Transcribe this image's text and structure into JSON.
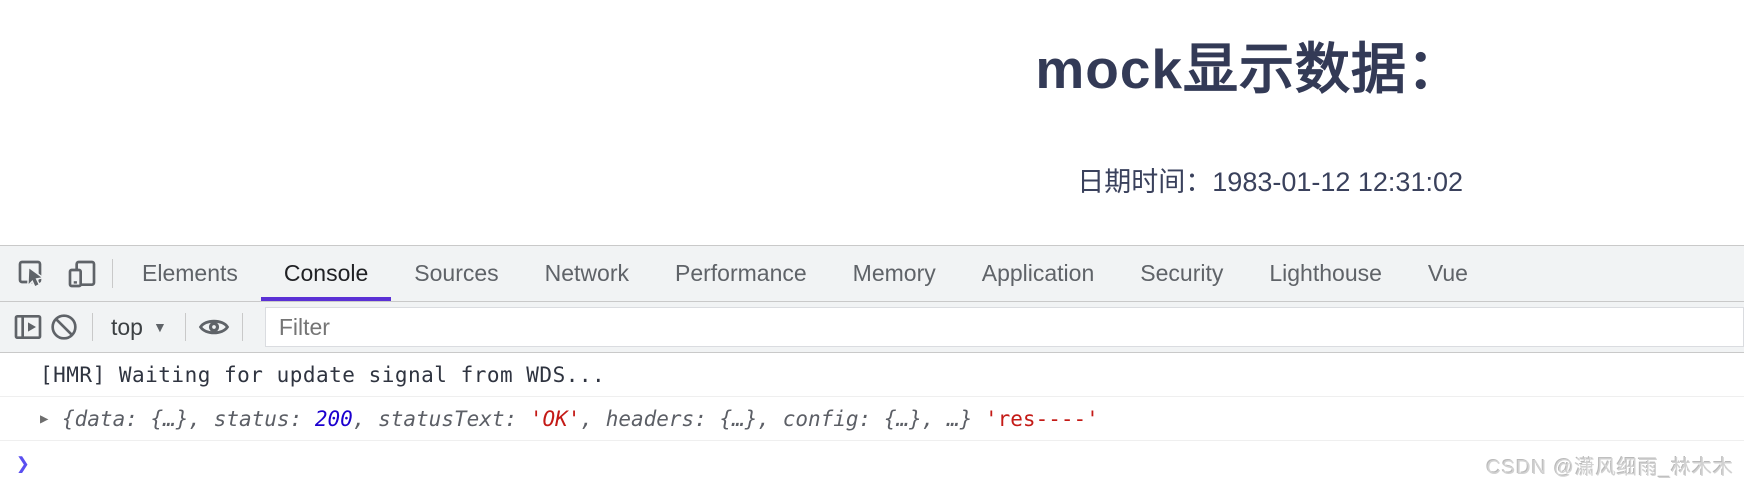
{
  "app_page": {
    "title": "mock显示数据：",
    "datetime_line": "日期时间：1983-01-12 12:31:02"
  },
  "devtools": {
    "tabs": [
      {
        "label": "Elements",
        "selected": false
      },
      {
        "label": "Console",
        "selected": true
      },
      {
        "label": "Sources",
        "selected": false
      },
      {
        "label": "Network",
        "selected": false
      },
      {
        "label": "Performance",
        "selected": false
      },
      {
        "label": "Memory",
        "selected": false
      },
      {
        "label": "Application",
        "selected": false
      },
      {
        "label": "Security",
        "selected": false
      },
      {
        "label": "Lighthouse",
        "selected": false
      },
      {
        "label": "Vue",
        "selected": false
      }
    ],
    "console_toolbar": {
      "context_selector": "top",
      "context_caret": "▼",
      "filter_placeholder": "Filter",
      "filter_value": ""
    },
    "console": {
      "log_plain": "[HMR] Waiting for update signal from WDS...",
      "object_log": {
        "expander": "▶",
        "segments": [
          {
            "text": "{data: {…}, status: ",
            "style": "preview"
          },
          {
            "text": "200",
            "style": "number"
          },
          {
            "text": ", statusText: ",
            "style": "preview"
          },
          {
            "text": "'OK'",
            "style": "string"
          },
          {
            "text": ", headers: {…}, config: {…}, …}",
            "style": "preview"
          },
          {
            "text": " ",
            "style": "plain"
          },
          {
            "text": "'res----'",
            "style": "string-plain"
          }
        ]
      },
      "prompt_chevron": "❯"
    }
  },
  "watermark": "CSDN @潇风细雨_林木木",
  "colors": {
    "accent_underline": "#5a30d5",
    "prompt_blue": "#5a4ff0",
    "number_value": "#1c00cf",
    "string_value": "#c41a16",
    "title_navy": "#333a56"
  }
}
